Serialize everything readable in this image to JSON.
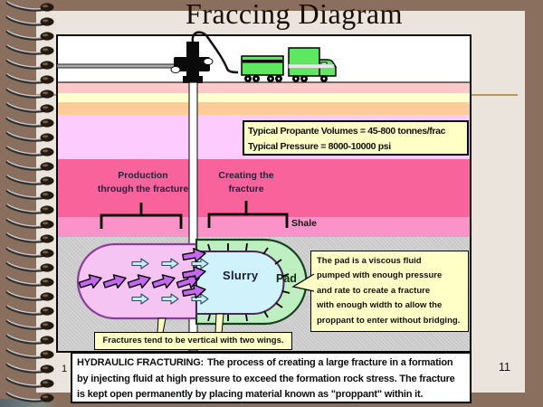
{
  "slide": {
    "title": "Fraccing Diagram",
    "corner_number": "1",
    "page_number": "11"
  },
  "info_box": {
    "line1": "Typical Propante Volumes = 45-800 tonnes/frac",
    "line2": "Typical Pressure = 8000-10000 psi"
  },
  "labels": {
    "production_line1": "Production",
    "production_line2": "through the fracture",
    "creating_line1": "Creating the",
    "creating_line2": "fracture",
    "shale": "Shale",
    "slurry": "Slurry",
    "pad": "Pad"
  },
  "pad_callout": {
    "lines": [
      "The pad is a viscous fluid",
      "pumped with enough pressure",
      "and rate to create a fracture",
      "with enough width to allow the",
      "proppant to enter without bridging."
    ]
  },
  "fractures_note": {
    "text": "Fractures tend to be vertical with two wings."
  },
  "definition": {
    "heading": "HYDRAULIC FRACTURING:",
    "body": "The process of creating a large fracture in a formation by injecting fluid at high pressure to exceed the formation rock stress. The fracture is kept open permanently by placing material known as \"proppant\" within it."
  },
  "colors": {
    "background_brown": "#8A6E5E",
    "slide_cream": "#EAE4DC",
    "topsoil_layer": "#FFC9C9",
    "sand_layer": "#FFFFD0",
    "orange_layer": "#FFCC98",
    "lavender_layer": "#FECBFE",
    "shale_dark_pink": "#F9639B",
    "shale_light_pink": "#FB93C8",
    "fracture_zone_gray": "#C9C9C9",
    "fracture_pink": "#F6C4F2",
    "pad_green": "#BEEFC0",
    "slurry_blue": "#D0F2FB",
    "note_yellow": "#FFFFC6",
    "arrow_purple": "#C468F0",
    "arrow_cyan": "#C9EBF8",
    "truck_green": "#5FE75F"
  }
}
